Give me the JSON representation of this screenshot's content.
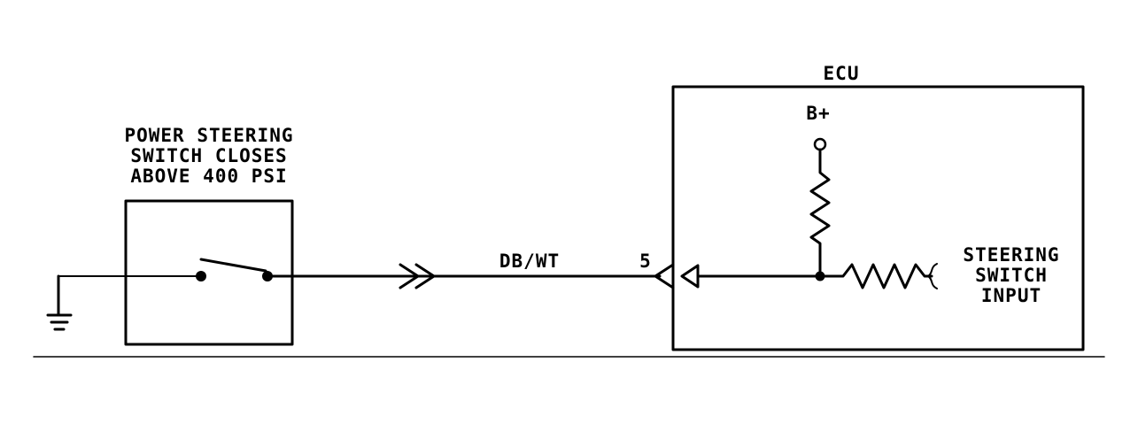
{
  "switch_label": {
    "line1": "POWER STEERING",
    "line2": "SWITCH CLOSES",
    "line3": "ABOVE 400 PSI"
  },
  "wire_label": "DB/WT",
  "pin_label": "5",
  "ecu_label": "ECU",
  "supply_label": "B+",
  "input_label": {
    "line1": "STEERING",
    "line2": "SWITCH",
    "line3": "INPUT"
  },
  "colors": {
    "ink": "#000000",
    "background": "#ffffff"
  }
}
